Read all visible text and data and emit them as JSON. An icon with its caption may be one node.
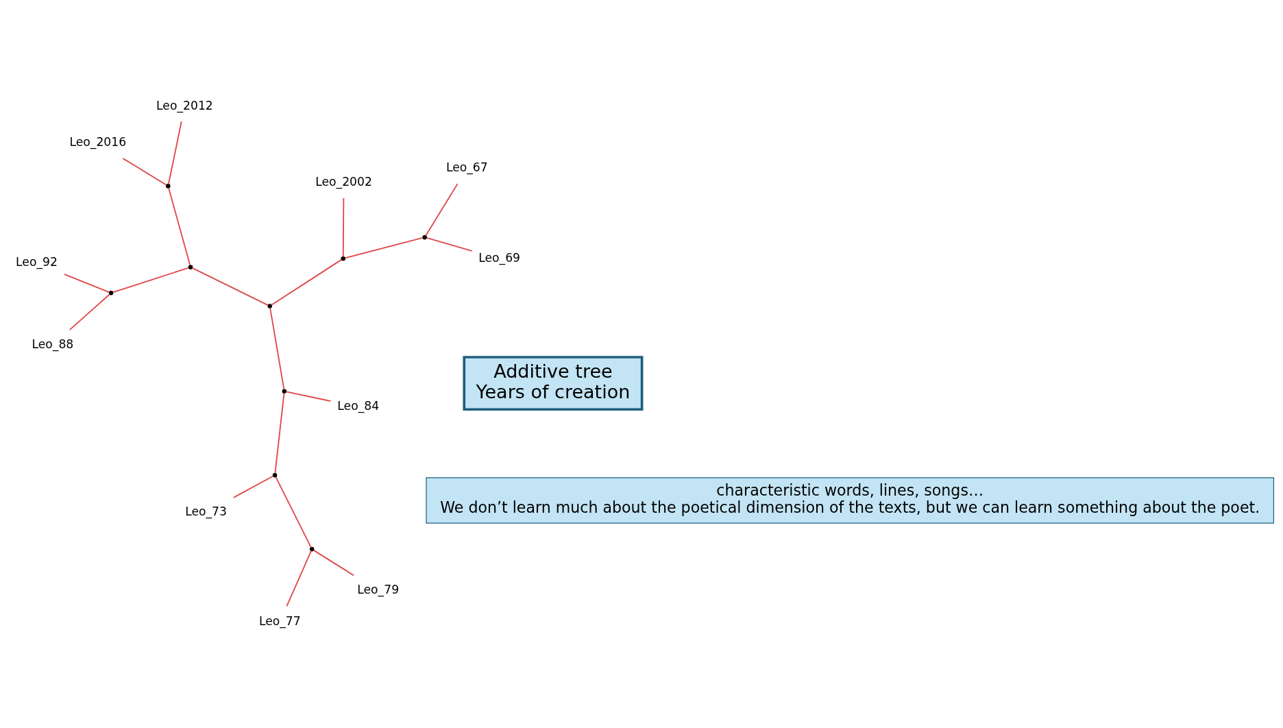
{
  "diagram": {
    "nodes": [
      {
        "text": [
          "characteristic words, lines, songs…",
          "We don’t learn much about the poetical dimension of the texts, but we can learn something about the poet."
        ]
      },
      {
        "text": [
          "Leo_77"
        ]
      },
      {
        "text": [
          "Leo_79"
        ]
      },
      {
        "text": [],
        "shape": "circle"
      },
      {
        "text": [
          "Leo_84"
        ]
      },
      {
        "text": [],
        "shape": "circle"
      },
      {
        "text": [
          "Leo_73"
        ]
      },
      {
        "text": [
          "Leo_92"
        ]
      },
      {
        "text": [],
        "shape": "circle"
      },
      {
        "text": [
          "Leo_88"
        ]
      },
      {
        "text": [],
        "shape": "circle"
      },
      {
        "text": [],
        "shape": "circle"
      },
      {
        "text": [],
        "shape": "circle"
      },
      {
        "text": [],
        "shape": "circle"
      },
      {
        "text": [],
        "shape": "circle"
      },
      {
        "text": [
          "Leo_2012"
        ]
      },
      {
        "text": [],
        "shape": "circle"
      },
      {
        "text": [
          "Leo_69"
        ]
      },
      {
        "text": [
          "Leo_2002"
        ]
      },
      {
        "text": [
          "Leo_2016"
        ]
      },
      {
        "text": [
          "Additive tree",
          "Years of creation"
        ]
      },
      {
        "text": [
          "Leo_67"
        ]
      }
    ],
    "edges": [
      {
        "from": 12,
        "to": 10,
        "arrow": "none"
      },
      {
        "from": 12,
        "to": 14,
        "arrow": "none"
      },
      {
        "from": 12,
        "to": 11,
        "arrow": "none"
      },
      {
        "from": 10,
        "to": 7,
        "arrow": "none"
      },
      {
        "from": 10,
        "to": 9,
        "arrow": "none"
      },
      {
        "from": 14,
        "to": 15,
        "arrow": "none"
      },
      {
        "from": 14,
        "to": 19,
        "arrow": "none"
      },
      {
        "from": 11,
        "to": 8,
        "arrow": "none"
      },
      {
        "from": 11,
        "to": 13,
        "arrow": "none"
      },
      {
        "from": 8,
        "to": 4,
        "arrow": "none"
      },
      {
        "from": 8,
        "to": 5,
        "arrow": "none"
      },
      {
        "from": 5,
        "to": 3,
        "arrow": "none"
      },
      {
        "from": 5,
        "to": 6,
        "arrow": "none"
      },
      {
        "from": 3,
        "to": 1,
        "arrow": "none"
      },
      {
        "from": 3,
        "to": 2,
        "arrow": "none"
      },
      {
        "from": 13,
        "to": 18,
        "arrow": "none"
      },
      {
        "from": 13,
        "to": 16,
        "arrow": "none"
      },
      {
        "from": 16,
        "to": 17,
        "arrow": "none"
      },
      {
        "from": 16,
        "to": 21,
        "arrow": "none"
      }
    ]
  }
}
